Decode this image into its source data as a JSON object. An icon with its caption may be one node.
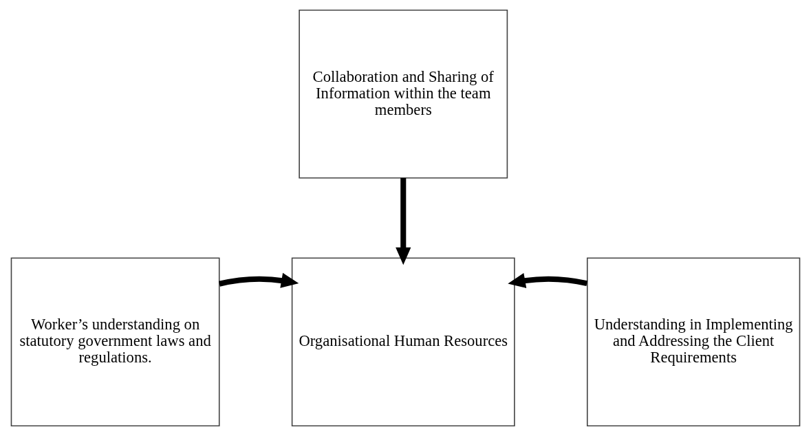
{
  "diagram": {
    "nodes": [
      {
        "text": [
          "Collaboration and Sharing of Information within the team members"
        ]
      },
      {
        "text": [
          "Worker’s understanding on statutory government laws and regulations."
        ]
      },
      {
        "text": [
          "Organisational Human Resources"
        ]
      },
      {
        "text": [
          "Understanding in Implementing and Addressing the Client Requirements"
        ]
      }
    ],
    "edges": [
      {
        "from": 0,
        "to": 2,
        "arrow": "to"
      },
      {
        "from": 1,
        "to": 2,
        "arrow": "to"
      },
      {
        "from": 3,
        "to": 2,
        "arrow": "to"
      }
    ]
  }
}
